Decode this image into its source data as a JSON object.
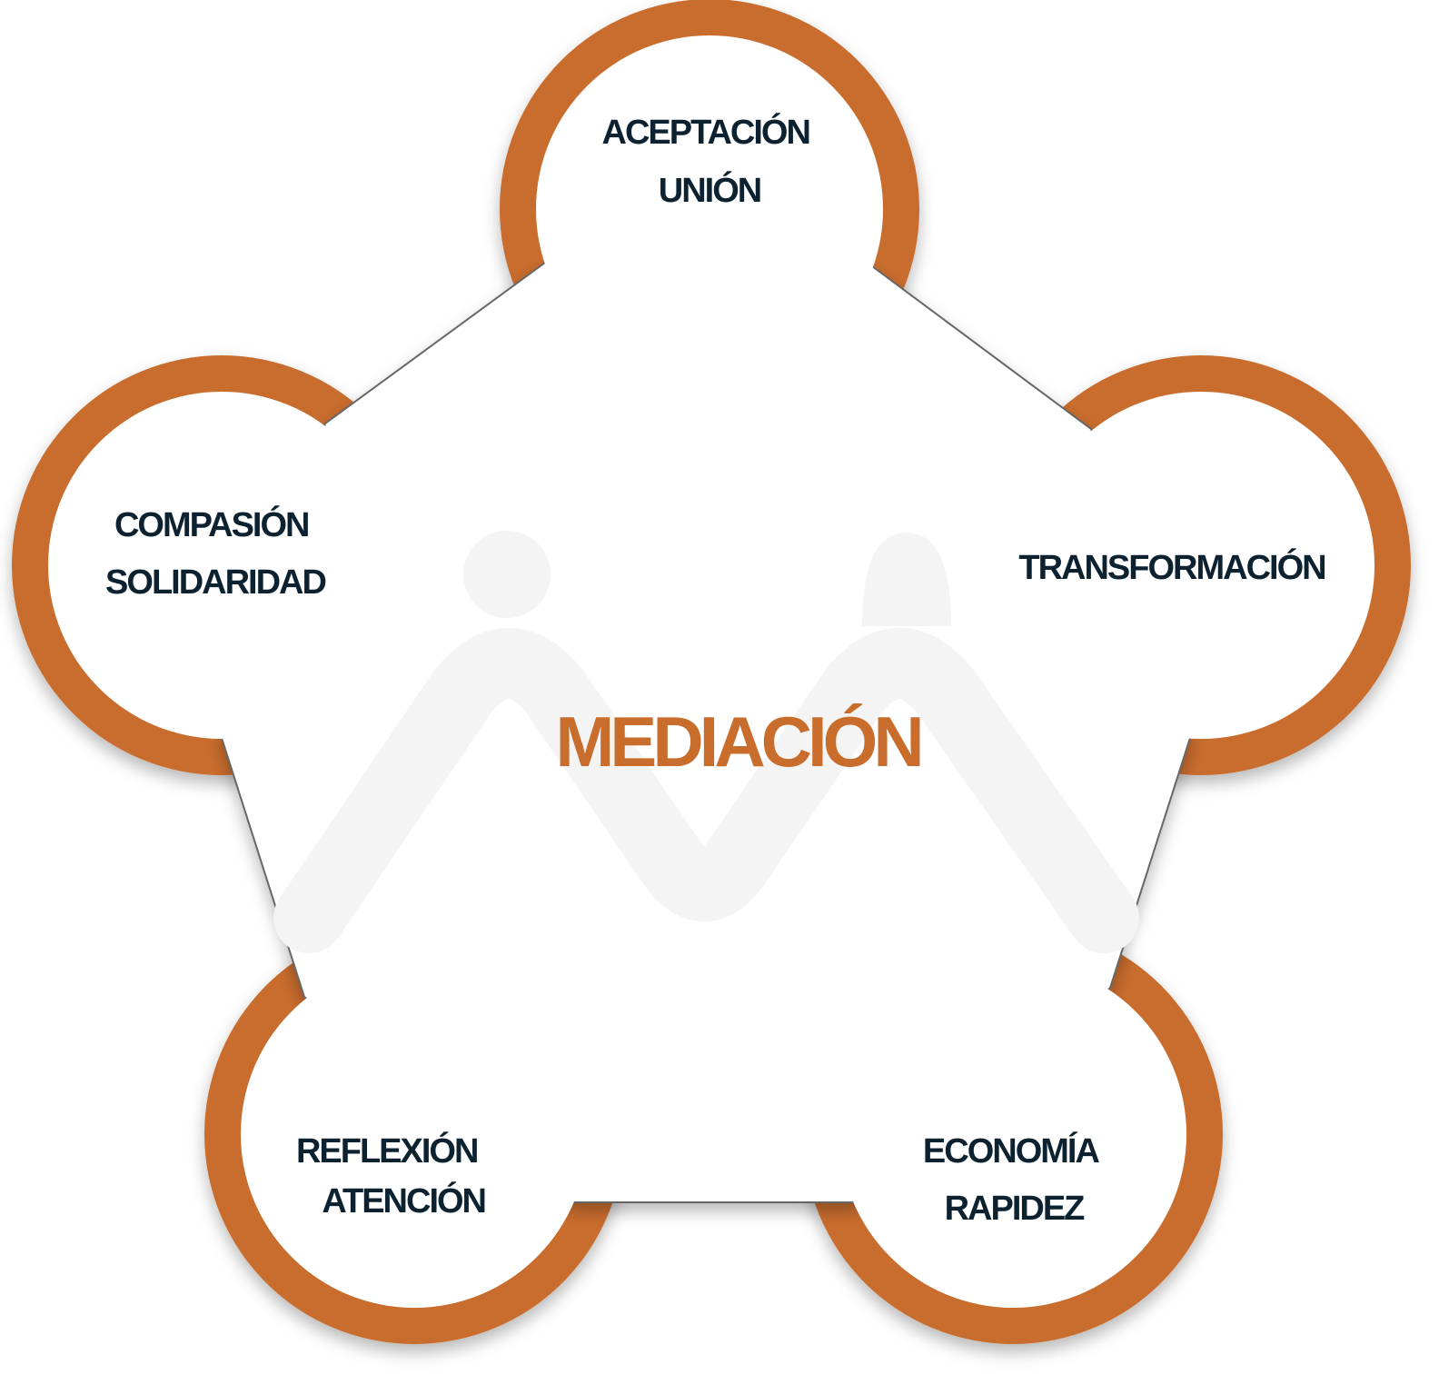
{
  "colors": {
    "accent": "#c96d2d",
    "text_dark": "#0d2230",
    "watermark": "#f4f4f4",
    "edge_line": "#666666"
  },
  "center": {
    "title": "MEDIACIÓN"
  },
  "nodes": [
    {
      "id": "top",
      "lines": [
        "ACEPTACIÓN",
        "UNIÓN"
      ]
    },
    {
      "id": "right",
      "lines": [
        "TRANSFORMACIÓN"
      ]
    },
    {
      "id": "bottom-right",
      "lines": [
        "ECONOMÍA",
        "RAPIDEZ"
      ]
    },
    {
      "id": "bottom-left",
      "lines": [
        "REFLEXIÓN",
        "ATENCIÓN"
      ]
    },
    {
      "id": "left",
      "lines": [
        "COMPASIÓN",
        "SOLIDARIDAD"
      ]
    }
  ],
  "watermark": {
    "icon": "two-people-logo-icon"
  }
}
